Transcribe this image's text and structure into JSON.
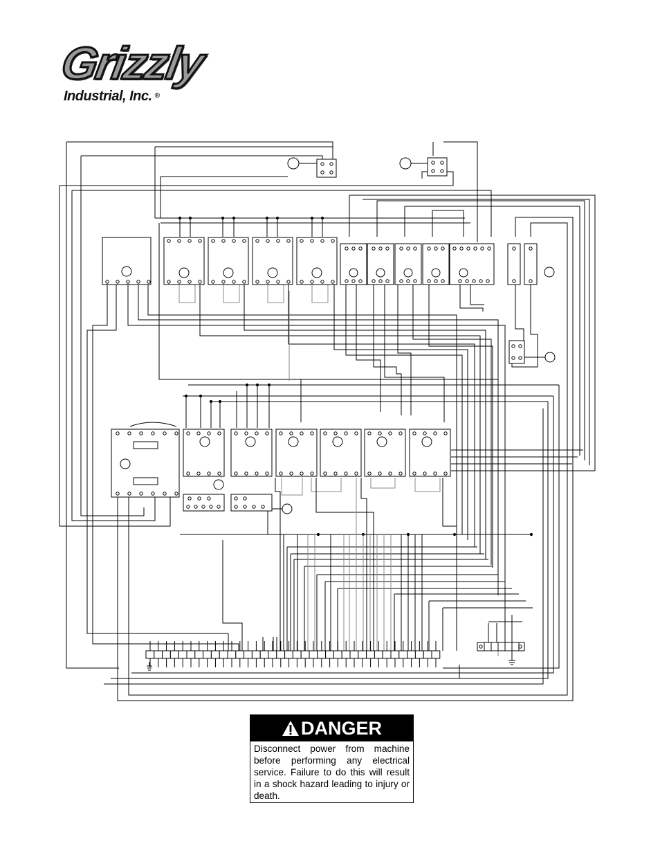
{
  "logo": {
    "brand": "Grizzly",
    "company": "Industrial, Inc.",
    "registered_mark": "®"
  },
  "danger": {
    "icon": "warning-triangle-icon",
    "heading": "DANGER",
    "message": "Disconnect power from machine before performing any electrical service. Failure to do this will result in a shock hazard leading to injury or death."
  },
  "colors": {
    "line": "#000000",
    "grey_wire": "#888888",
    "logo_fill": "#9a9a9a"
  }
}
